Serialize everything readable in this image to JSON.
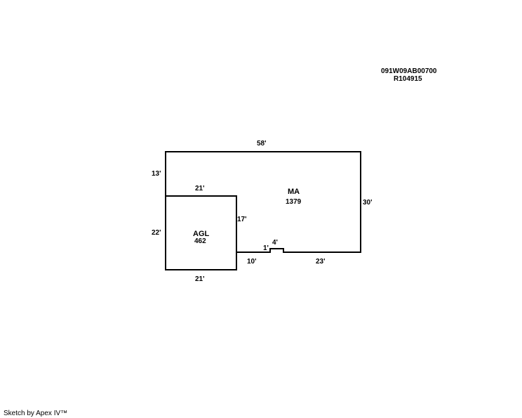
{
  "header": {
    "parcel_id": "091W09AB00700",
    "account_id": "R104915"
  },
  "areas": {
    "main": {
      "code": "MA",
      "sqft": "1379"
    },
    "garage": {
      "code": "AGL",
      "sqft": "462"
    }
  },
  "dimensions": {
    "top": "58'",
    "left_upper": "13'",
    "right": "30'",
    "garage_top": "21'",
    "garage_left": "22'",
    "garage_right": "17'",
    "garage_bottom": "21'",
    "bottom_left": "10'",
    "bump_height": "1'",
    "bump_width": "4'",
    "bottom_right": "23'"
  },
  "footer": {
    "credit": "Sketch by Apex IV™"
  }
}
